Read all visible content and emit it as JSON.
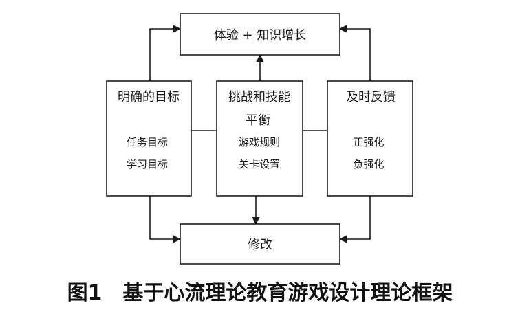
{
  "diagram": {
    "top_box": {
      "label": "体验 + 知识增长"
    },
    "bottom_box": {
      "label": "修改"
    },
    "left_box": {
      "title": "明确的目标",
      "items": [
        "任务目标",
        "学习目标"
      ]
    },
    "center_box": {
      "title": "挑战和技能",
      "subtitle": "平衡",
      "items": [
        "游戏规则",
        "关卡设置"
      ]
    },
    "right_box": {
      "title": "及时反馈",
      "items": [
        "正强化",
        "负强化"
      ]
    }
  },
  "caption": {
    "text": "图1　基于心流理论教育游戏设计理论框架"
  }
}
